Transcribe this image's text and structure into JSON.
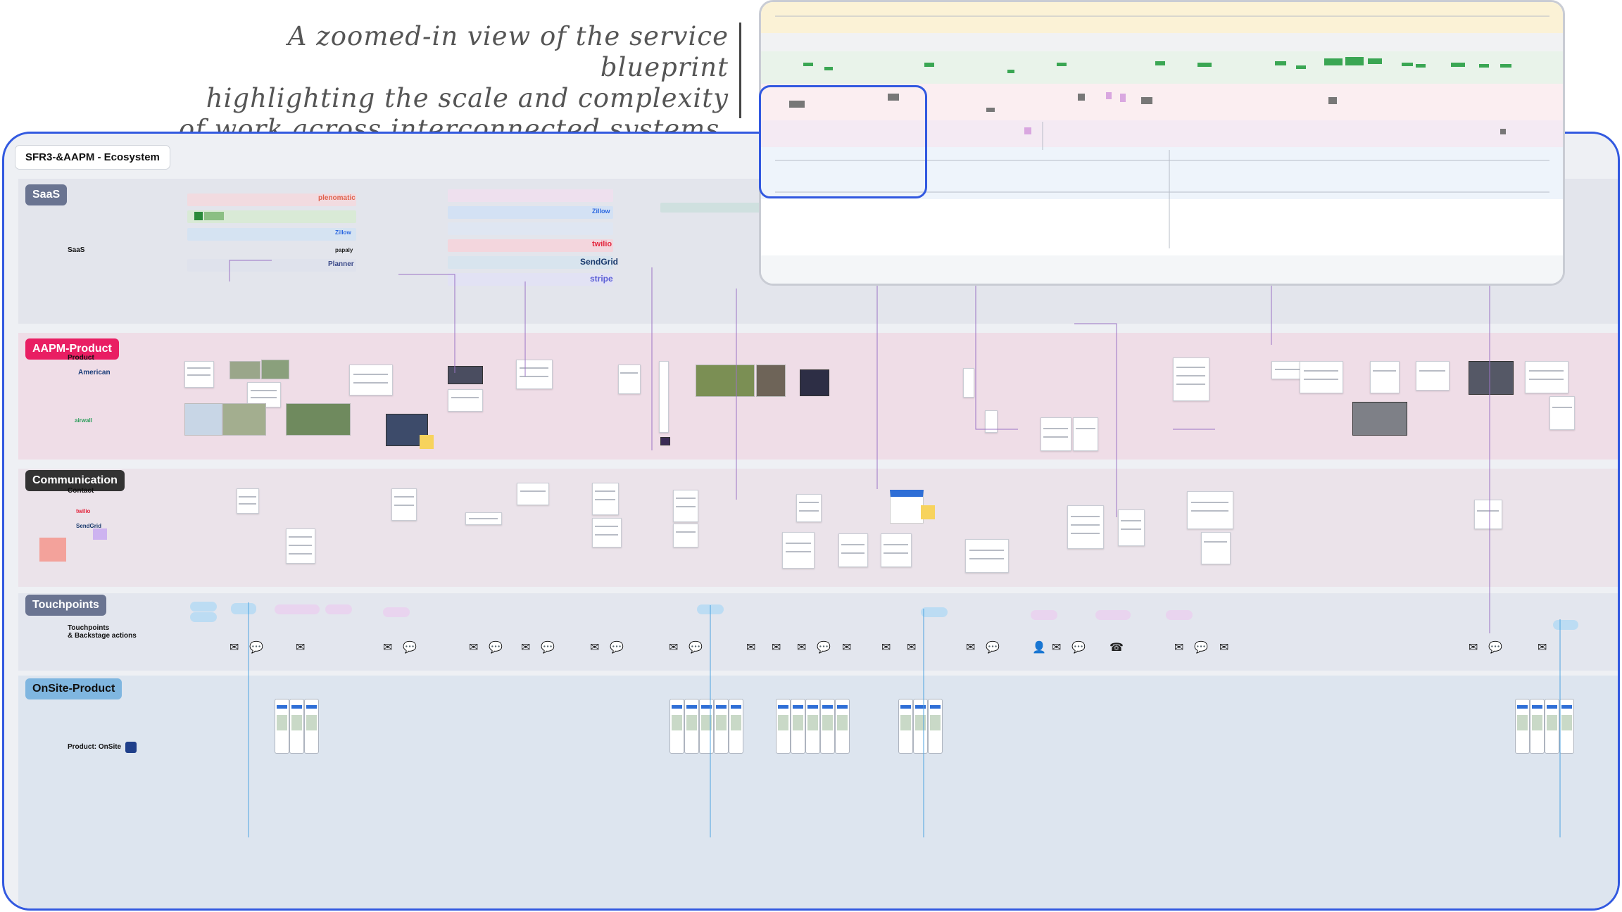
{
  "caption": {
    "line1": "A zoomed-in view of the service blueprint",
    "line2": "highlighting the scale and complexity",
    "line3": "of work across interconnected systems."
  },
  "board": {
    "title": "SFR3-&AAPM - Ecosystem"
  },
  "lanes": {
    "saas": {
      "tag": "SaaS",
      "sub": "SaaS",
      "color": "#6a7491"
    },
    "aapm": {
      "tag": "AAPM-Product",
      "sub": "Product",
      "color": "#e91e63"
    },
    "comm": {
      "tag": "Communication",
      "sub": "Contact",
      "color": "#333333"
    },
    "touch": {
      "tag": "Touchpoints",
      "sub1": "Touchpoints",
      "sub2": "& Backstage actions",
      "color": "#6a7491"
    },
    "onsite": {
      "tag": "OnSite-Product",
      "sub": "Product: OnSite",
      "color": "#7fb6e0",
      "text_color": "#111111"
    }
  },
  "logos": {
    "rentometer": "plenomatic",
    "zillow": "Zillow",
    "papaly": "papaly",
    "planner": "Planner",
    "twilio": "twilio",
    "sendgrid": "SendGrid",
    "stripe": "stripe",
    "zillow2": "Zillow",
    "american": "American",
    "airwall": "airwall"
  },
  "icons": {
    "email": "email-icon",
    "sms": "sms-icon",
    "phone": "phone-icon",
    "user": "user-icon"
  },
  "colors": {
    "accent": "#3259e0",
    "saas_band": "#e3e5ec",
    "aapm_band": "#efdde7",
    "comm_band": "#ebe3ea",
    "touch_band": "#e3e6ee",
    "onsite_band": "#dde5ef"
  }
}
